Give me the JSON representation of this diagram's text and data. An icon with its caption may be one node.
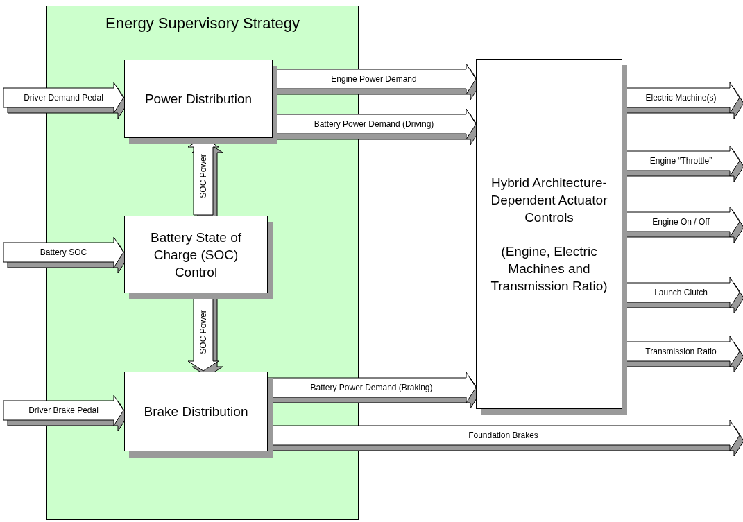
{
  "diagram": {
    "nodes": [
      {
        "text": [
          "Energy Supervisory Strategy"
        ]
      },
      {
        "text": [
          "Power Distribution"
        ],
        "in": 0
      },
      {
        "text": [
          "Battery State of Charge (SOC) Control"
        ],
        "in": 0
      },
      {
        "text": [
          "Brake Distribution"
        ],
        "in": 0
      },
      {
        "text": [
          "Hybrid Architecture-Dependent Actuator Controls",
          "(Engine, Electric Machines and Transmission Ratio)"
        ]
      }
    ],
    "edges": [
      {
        "from": null,
        "to": 1,
        "arrow": "to",
        "label": "Driver Demand Pedal"
      },
      {
        "from": null,
        "to": 2,
        "arrow": "to",
        "label": "Battery SOC"
      },
      {
        "from": null,
        "to": 3,
        "arrow": "to",
        "label": "Driver Brake Pedal"
      },
      {
        "from": 1,
        "to": 4,
        "arrow": "to",
        "label": "Engine Power Demand"
      },
      {
        "from": 1,
        "to": 4,
        "arrow": "to",
        "label": "Battery Power Demand (Driving)"
      },
      {
        "from": 2,
        "to": 1,
        "arrow": "to",
        "label": "SOC Power"
      },
      {
        "from": 2,
        "to": 3,
        "arrow": "to",
        "label": "SOC Power"
      },
      {
        "from": 3,
        "to": 4,
        "arrow": "to",
        "label": "Battery Power Demand (Braking)"
      },
      {
        "from": 4,
        "to": null,
        "arrow": "to",
        "label": "Electric Machine(s)"
      },
      {
        "from": 4,
        "to": null,
        "arrow": "to",
        "label": "Engine “Throttle”"
      },
      {
        "from": 4,
        "to": null,
        "arrow": "to",
        "label": "Engine On / Off"
      },
      {
        "from": 4,
        "to": null,
        "arrow": "to",
        "label": "Launch Clutch"
      },
      {
        "from": 4,
        "to": null,
        "arrow": "to",
        "label": "Transmission Ratio"
      },
      {
        "from": 3,
        "to": null,
        "arrow": "to",
        "label": "Foundation Brakes"
      }
    ]
  }
}
